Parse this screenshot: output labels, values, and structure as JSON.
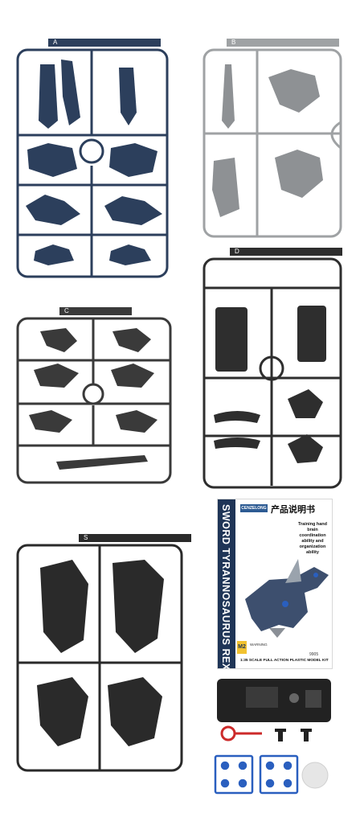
{
  "sprues": [
    {
      "letter": "A",
      "color": "#2c3f5c"
    },
    {
      "letter": "B",
      "color": "#9fa2a4"
    },
    {
      "letter": "C",
      "color": "#3a3a3a"
    },
    {
      "letter": "D",
      "color": "#2e2e2e"
    },
    {
      "letter": "S",
      "color": "#2a2a2a"
    }
  ],
  "manual": {
    "brand": "CENZELONG",
    "title": "产品说明书",
    "cover_title": "SWORD TYRANNOSAURUS REX",
    "description": "Training hand brain coordination ability and organization ability",
    "scale_text": "1:35 SCALE FULL ACTION PLASTIC MODEL KIT",
    "model_number": "9905",
    "badge": "M2",
    "warning": "WARNING"
  },
  "accessories": {
    "motor_color": "#222222",
    "ring_color": "#cc2a2a",
    "runner_color": "#2a5fbf",
    "disc_color": "#e6e6e6"
  }
}
